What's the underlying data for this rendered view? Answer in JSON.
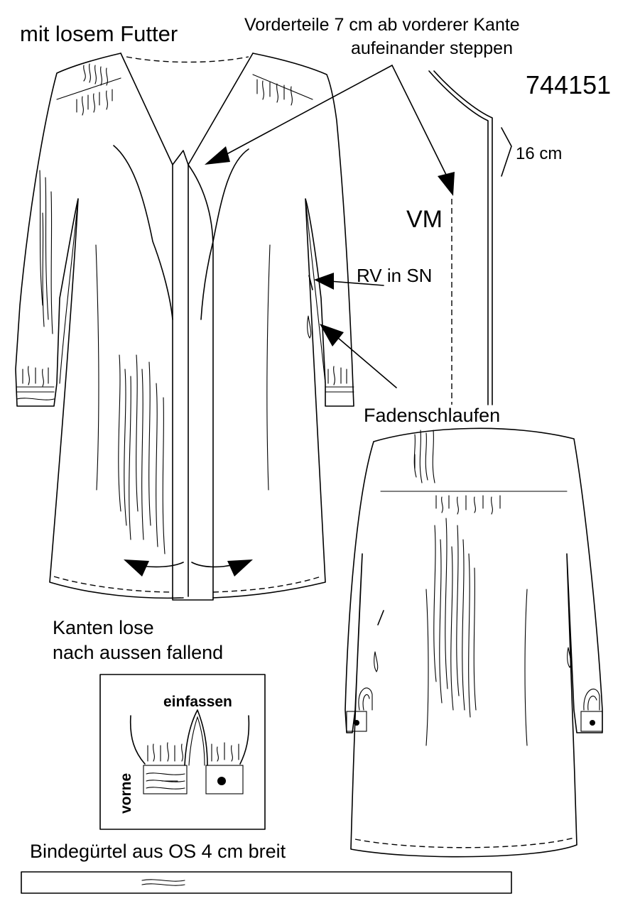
{
  "labels": {
    "title": "mit losem Futter",
    "front_note_line1": "Vorderteile 7 cm ab vorderer Kante",
    "front_note_line2": "aufeinander steppen",
    "model_number": "744151",
    "measure": "16 cm",
    "center_front": "VM",
    "zipper": "RV in SN",
    "thread_loops": "Fadenschlaufen",
    "edges_line1": "Kanten lose",
    "edges_line2": "nach aussen fallend",
    "detail_bind": "einfassen",
    "detail_front": "vorne",
    "belt": "Bindegürtel aus OS 4 cm breit"
  },
  "colors": {
    "ink": "#000000",
    "paper": "#ffffff"
  }
}
